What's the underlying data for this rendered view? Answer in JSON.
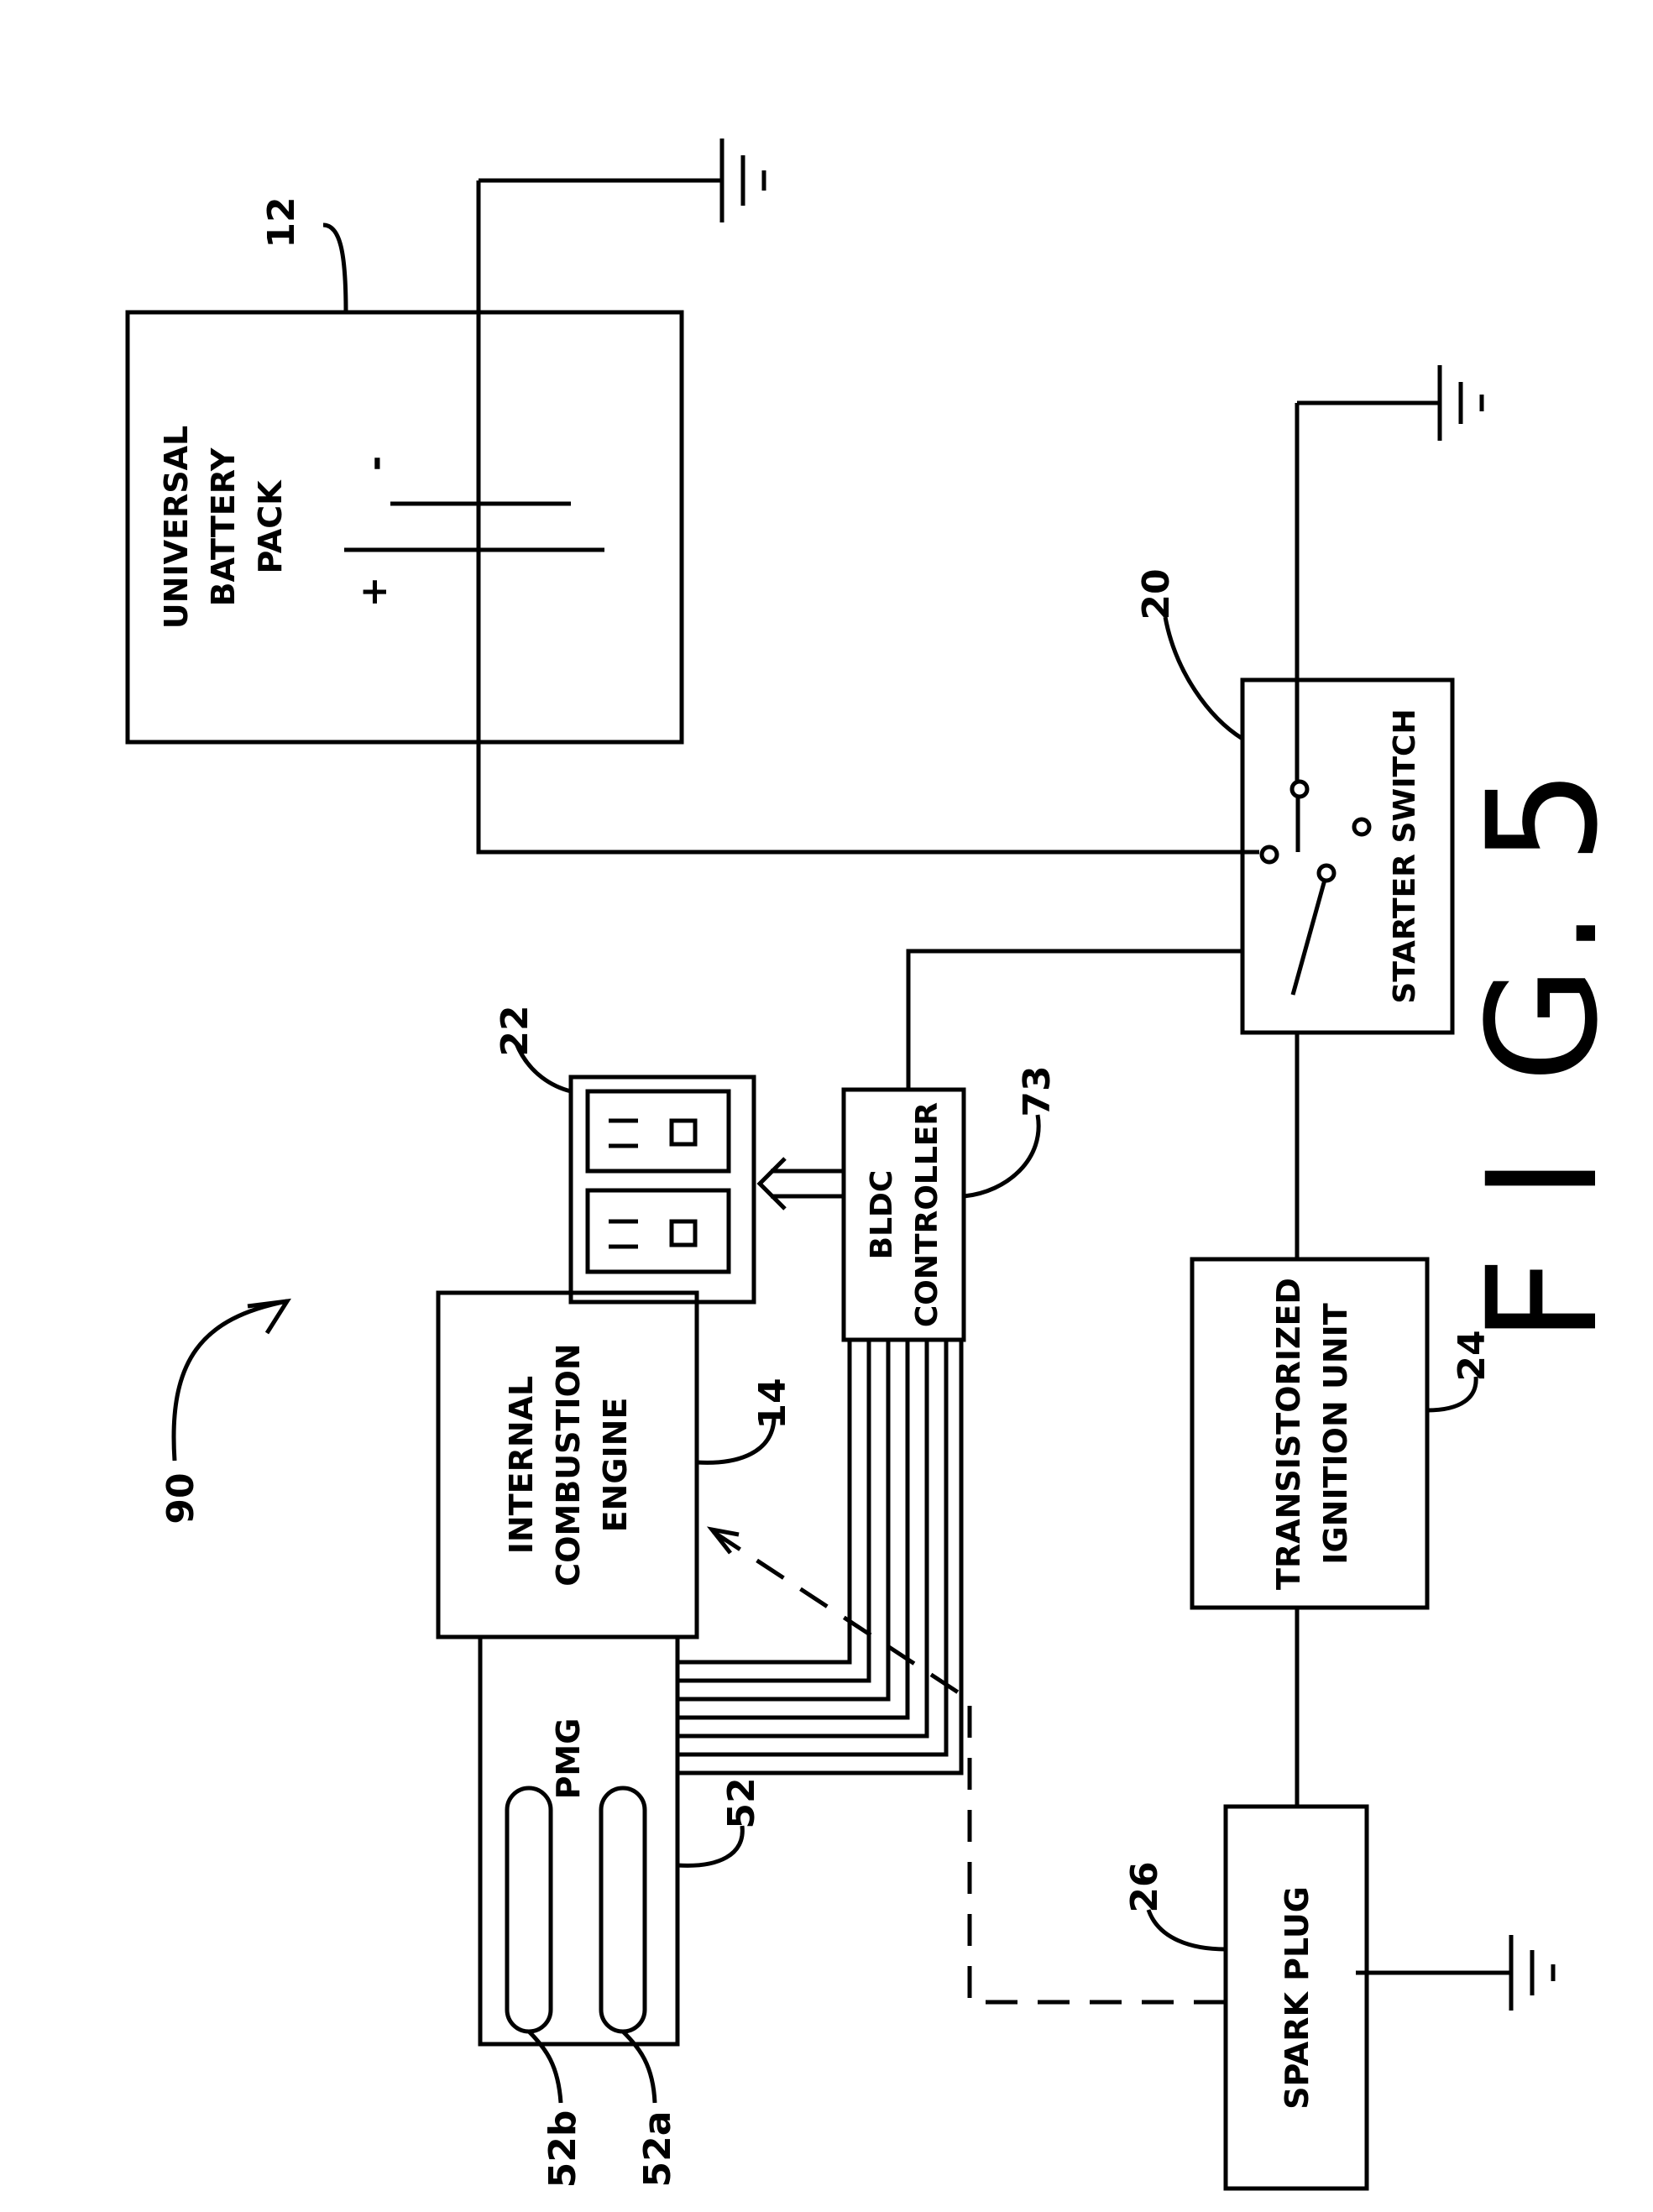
{
  "figure_label": "FIG. 5",
  "figure_label_chars": [
    "F",
    "I",
    "G",
    ".",
    "5"
  ],
  "ref_numbers": {
    "system": "90",
    "battery": "12",
    "engine": "14",
    "starter_switch": "20",
    "outlet": "22",
    "ignition": "24",
    "spark_plug": "26",
    "pmg": "52",
    "pmg_coil_a": "52a",
    "pmg_coil_b": "52b",
    "bldc": "73"
  },
  "blocks": {
    "battery": {
      "lines": [
        "UNIVERSAL",
        "BATTERY",
        "PACK"
      ]
    },
    "engine": {
      "lines": [
        "INTERNAL",
        "COMBUSTION",
        "ENGINE"
      ]
    },
    "pmg": {
      "lines": [
        "PMG"
      ]
    },
    "bldc": {
      "lines": [
        "BLDC",
        "CONTROLLER"
      ]
    },
    "ignition": {
      "lines": [
        "TRANSISTORIZED",
        "IGNITION UNIT"
      ]
    },
    "starter_switch": {
      "lines": [
        "STARTER SWITCH"
      ]
    },
    "spark_plug": {
      "lines": [
        "SPARK PLUG"
      ]
    }
  },
  "battery_symbols": {
    "plus": "+",
    "minus": "-"
  }
}
